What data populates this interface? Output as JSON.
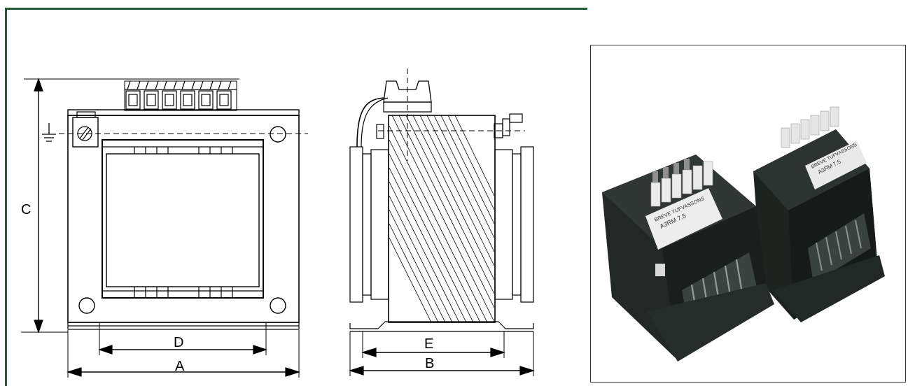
{
  "dimension_labels": {
    "a": "A",
    "b": "B",
    "c": "C",
    "d": "D",
    "e": "E"
  },
  "photo": {
    "alt": "Two single-phase control transformers with terminal blocks",
    "front_unit_label_lines": [
      "BREVE TUFVASSONS",
      "A3RM 7.5"
    ],
    "rear_unit_label_lines": [
      "BREVE TUFVASSONS",
      "A3RM 7.5"
    ]
  },
  "colors": {
    "frame": "#1f5c3a",
    "drawing_line": "#000000",
    "transformer_body": "#1e2320"
  }
}
